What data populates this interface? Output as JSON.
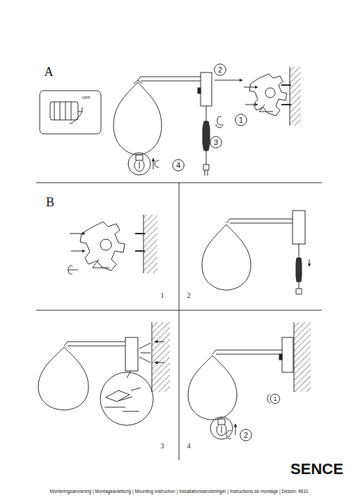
{
  "diagram": {
    "labels": [
      "A",
      "OFF",
      "2",
      "1",
      "3",
      "4",
      "B",
      "1",
      "2",
      "3",
      "4",
      "1",
      "2",
      "SENCE",
      "Monteringsanvisning | Montageanleitung | Mounting instruction | Installationsanvisninger | Instructions de montage | Dessin: 4610"
    ]
  }
}
